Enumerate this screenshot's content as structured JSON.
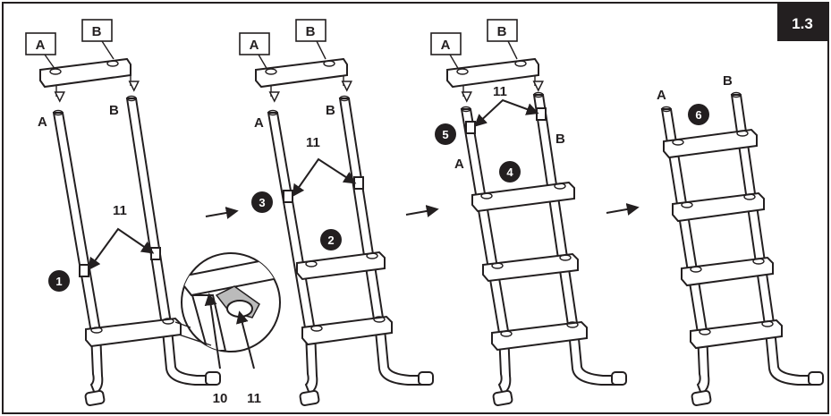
{
  "figure_label": "1.3",
  "colors": {
    "ink": "#231f20",
    "paper": "#ffffff"
  },
  "panels": [
    {
      "name": "panel-1",
      "part_labels": {
        "a": "A",
        "b": "B"
      },
      "boxed_labels": {
        "a": "A",
        "b": "B"
      },
      "callout": "11",
      "step_number": "1"
    },
    {
      "name": "panel-2",
      "part_labels": {
        "a": "A",
        "b": "B"
      },
      "boxed_labels": {
        "a": "A",
        "b": "B"
      },
      "callout": "11",
      "step_numbers": [
        "2",
        "3"
      ]
    },
    {
      "name": "panel-3",
      "part_labels": {
        "a": "A",
        "b": "B"
      },
      "boxed_labels": {
        "a": "A",
        "b": "B"
      },
      "callout": "11",
      "step_numbers": [
        "4",
        "5"
      ]
    },
    {
      "name": "panel-4",
      "part_labels": {
        "a": "A",
        "b": "B"
      },
      "step_number": "6"
    }
  ],
  "detail": {
    "callouts": [
      "10",
      "11"
    ]
  },
  "flow_arrows": [
    "arrow-1-2",
    "arrow-2-3",
    "arrow-3-4"
  ]
}
